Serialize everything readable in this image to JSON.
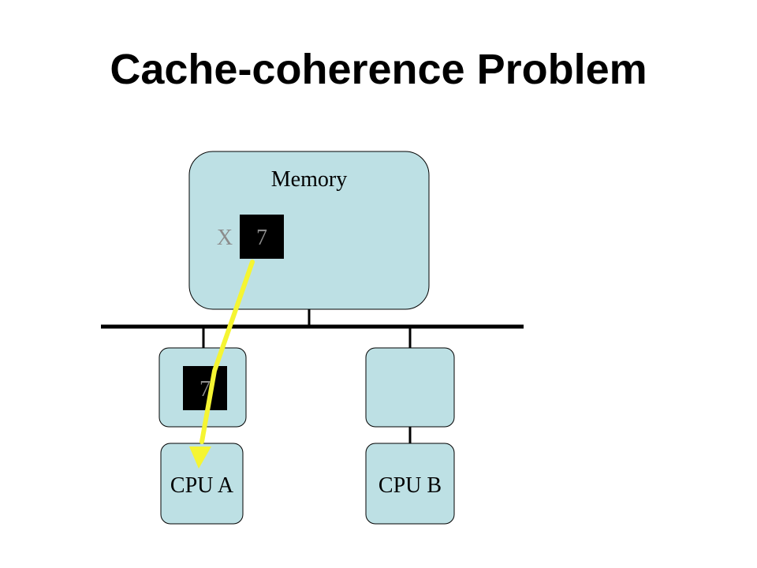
{
  "slide": {
    "title": "Cache-coherence Problem"
  },
  "memory": {
    "label": "Memory",
    "variable_name": "X",
    "value": "7"
  },
  "caches": [
    {
      "id": "cache-a",
      "value": "7"
    },
    {
      "id": "cache-b",
      "value": ""
    }
  ],
  "cpus": [
    {
      "label": "CPU A"
    },
    {
      "label": "CPU B"
    }
  ],
  "colors": {
    "box_fill": "#bde0e4",
    "value_box": "#000000",
    "value_text": "#8c8c8c",
    "arrow": "#f5f532",
    "bus": "#000000"
  }
}
